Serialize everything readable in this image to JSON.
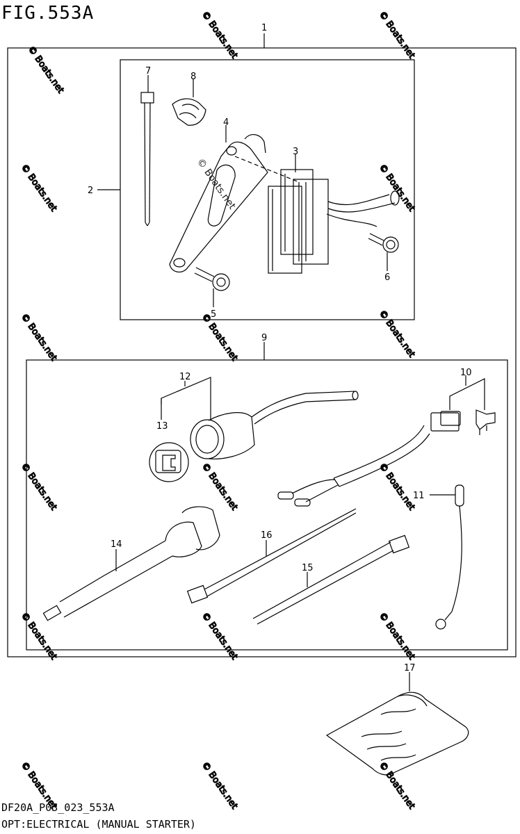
{
  "figure_title": "FIG.553A",
  "footer": {
    "code": "DF20A_P03_023_553A",
    "description": "OPT:ELECTRICAL (MANUAL STARTER)"
  },
  "watermark": "© Boats.net",
  "callouts": {
    "c1": "1",
    "c2": "2",
    "c3": "3",
    "c4": "4",
    "c5": "5",
    "c6": "6",
    "c7": "7",
    "c8": "8",
    "c9": "9",
    "c10": "10",
    "c11": "11",
    "c12": "12",
    "c13": "13",
    "c14": "14",
    "c15": "15",
    "c16": "16",
    "c17": "17"
  }
}
